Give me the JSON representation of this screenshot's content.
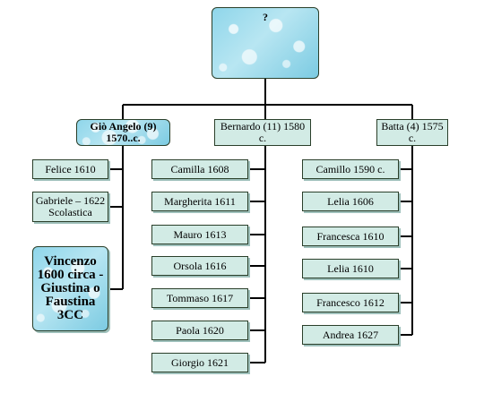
{
  "root": {
    "label": "?"
  },
  "branches": [
    {
      "label": "Giò Angelo (9)\n1570..c.",
      "children": [
        {
          "label": "Felice 1610"
        },
        {
          "label": "Gabriele – 1622\nScolastica"
        },
        {
          "label": "Vincenzo\n1600 circa -\nGiustina  o\nFaustina\n3CC"
        }
      ]
    },
    {
      "label": "Bernardo (11) 1580\nc.",
      "children": [
        {
          "label": "Camilla 1608"
        },
        {
          "label": "Margherita 1611"
        },
        {
          "label": "Mauro 1613"
        },
        {
          "label": "Orsola 1616"
        },
        {
          "label": "Tommaso 1617"
        },
        {
          "label": "Paola 1620"
        },
        {
          "label": "Giorgio 1621"
        }
      ]
    },
    {
      "label": "Batta (4) 1575\nc.",
      "children": [
        {
          "label": "Camillo 1590 c."
        },
        {
          "label": "Lelia 1606"
        },
        {
          "label": "Francesca 1610"
        },
        {
          "label": "Lelia 1610"
        },
        {
          "label": "Francesco 1612"
        },
        {
          "label": "Andrea 1627"
        }
      ]
    }
  ]
}
